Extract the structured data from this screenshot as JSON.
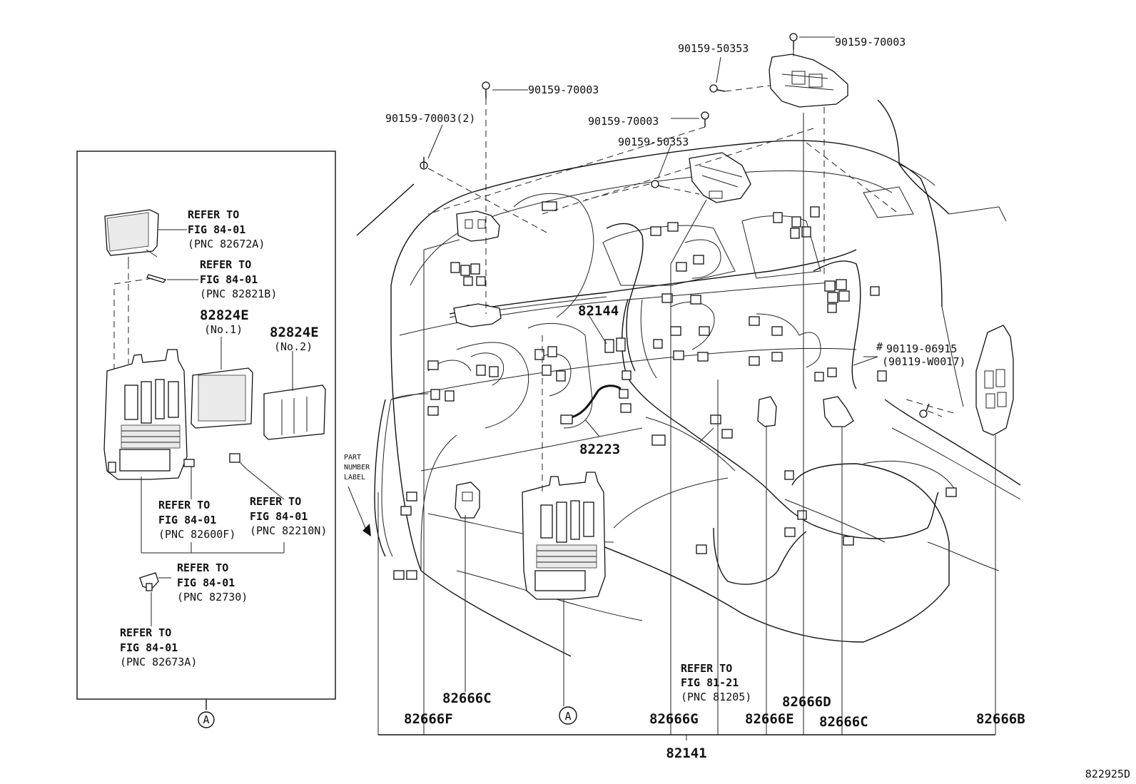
{
  "labels": {
    "bolt_top_right": "90159-70003",
    "bolt_top_left_a": "90159-50353",
    "bolt_mid_a": "90159-70003",
    "bolt_left_2": "90159-70003(2)",
    "bolt_mid_b": "90159-70003",
    "bolt_mid_c": "90159-50353",
    "clip_right_a": "90119-06915",
    "clip_right_b": "(90119-W0017)",
    "clip_right_mark": "#",
    "p82144": "82144",
    "p82223": "82223",
    "p82666C_a": "82666C",
    "p82666F": "82666F",
    "p82666G": "82666G",
    "p82666D": "82666D",
    "p82666E": "82666E",
    "p82666C_b": "82666C",
    "p82666B": "82666B",
    "p82141": "82141",
    "callout_a_center": "A",
    "callout_a_inset": "A",
    "part_number_label_1": "PART",
    "part_number_label_2": "NUMBER",
    "part_number_label_3": "LABEL",
    "refer_81_1": "REFER TO",
    "refer_81_2": "FIG 81-21",
    "refer_81_3": "(PNC 81205)",
    "diagram_code": "822925D"
  },
  "inset": {
    "r1_1": "REFER TO",
    "r1_2": "FIG 84-01",
    "r1_3": "(PNC 82672A)",
    "r2_1": "REFER TO",
    "r2_2": "FIG 84-01",
    "r2_3": "(PNC 82821B)",
    "p82824E_1": "82824E",
    "p82824E_1_no": "(No.1)",
    "p82824E_2": "82824E",
    "p82824E_2_no": "(No.2)",
    "r3_1": "REFER TO",
    "r3_2": "FIG 84-01",
    "r3_3": "(PNC 82600F)",
    "r4_1": "REFER TO",
    "r4_2": "FIG 84-01",
    "r4_3": "(PNC 82210N)",
    "r5_1": "REFER TO",
    "r5_2": "FIG 84-01",
    "r5_3": "(PNC 82730)",
    "r6_1": "REFER TO",
    "r6_2": "FIG 84-01",
    "r6_3": "(PNC 82673A)"
  }
}
